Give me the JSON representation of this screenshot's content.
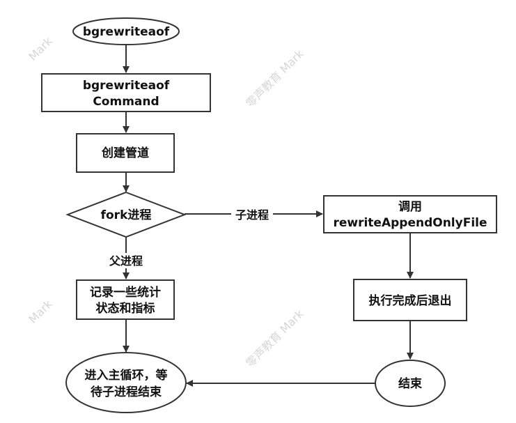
{
  "watermarks": {
    "mark_top_left": "Mark",
    "brand_top": "零声教育 Mark",
    "mark_mid_left": "Mark",
    "brand_bottom": "零声教育 Mark"
  },
  "nodes": {
    "start": "bgrewriteaof",
    "command_line1": "bgrewriteaof",
    "command_line2": "Command",
    "pipe": "创建管道",
    "fork": "fork进程",
    "call_line1": "调用",
    "call_line2": "rewriteAppendOnlyFile",
    "stats_line1": "记录一些统计",
    "stats_line2": "状态和指标",
    "exit": "执行完成后退出",
    "loop_line1": "进入主循环，等",
    "loop_line2": "待子进程结束",
    "end": "结束"
  },
  "edges": {
    "child_label": "子进程",
    "parent_label": "父进程"
  }
}
